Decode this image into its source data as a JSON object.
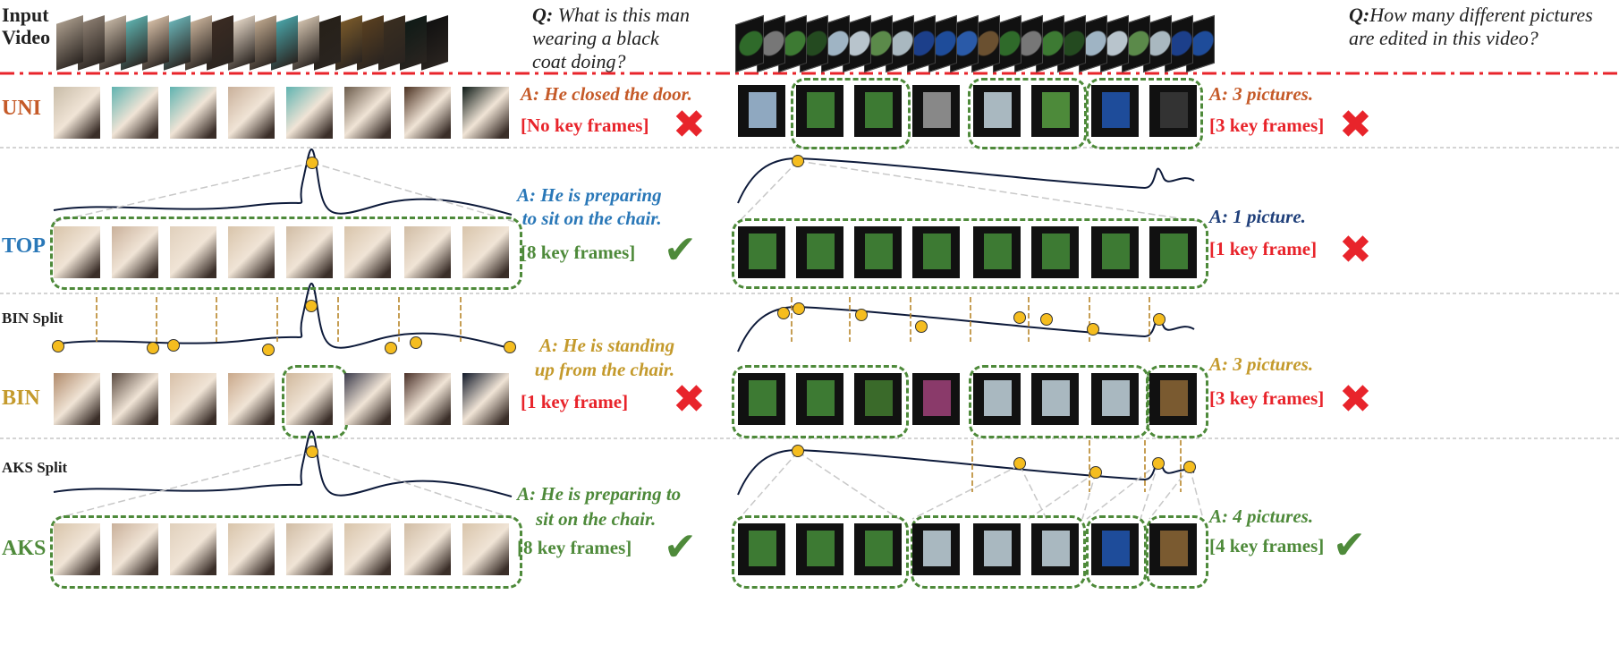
{
  "header": {
    "input_label_1": "Input",
    "input_label_2": "Video",
    "q_left_prefix": "Q:",
    "q_left": "What is this man wearing a black coat doing?",
    "q_right_prefix": "Q:",
    "q_right": "How many different pictures are edited in this video?"
  },
  "rows": {
    "uni": {
      "label": "UNI",
      "left_answer": "A: He closed the door.",
      "left_frames": "[No key frames]",
      "right_answer": "A: 3 pictures.",
      "right_frames": "[3 key frames]"
    },
    "top": {
      "label": "TOP",
      "left_answer_1": "A: He is preparing",
      "left_answer_2": "to sit on the chair.",
      "left_frames": "[8 key frames]",
      "right_answer": "A: 1 picture.",
      "right_frames": "[1 key frame]"
    },
    "bin": {
      "split_label": "BIN Split",
      "label": "BIN",
      "left_answer_1": "A: He is standing",
      "left_answer_2": "up from the chair.",
      "left_frames": "[1 key frame]",
      "right_answer": "A: 3 pictures.",
      "right_frames": "[3 key frames]"
    },
    "aks": {
      "split_label": "AKS Split",
      "label": "AKS",
      "left_answer_1": "A: He is preparing to",
      "left_answer_2": "sit on the chair.",
      "left_frames": "[8 key frames]",
      "right_answer": "A: 4 pictures.",
      "right_frames": "[4 key frames]"
    }
  },
  "colors": {
    "uni": "#c55a28",
    "top": "#2a78b8",
    "bin": "#c49a2c",
    "aks": "#4e8a3a",
    "wrong": "#e8242b",
    "right": "#4e8a3a",
    "curve": "#0d1a3a",
    "dot": "#f5bd1f",
    "split": "#b8862a"
  },
  "icons": {
    "correct": "check-icon",
    "wrong": "cross-icon"
  }
}
